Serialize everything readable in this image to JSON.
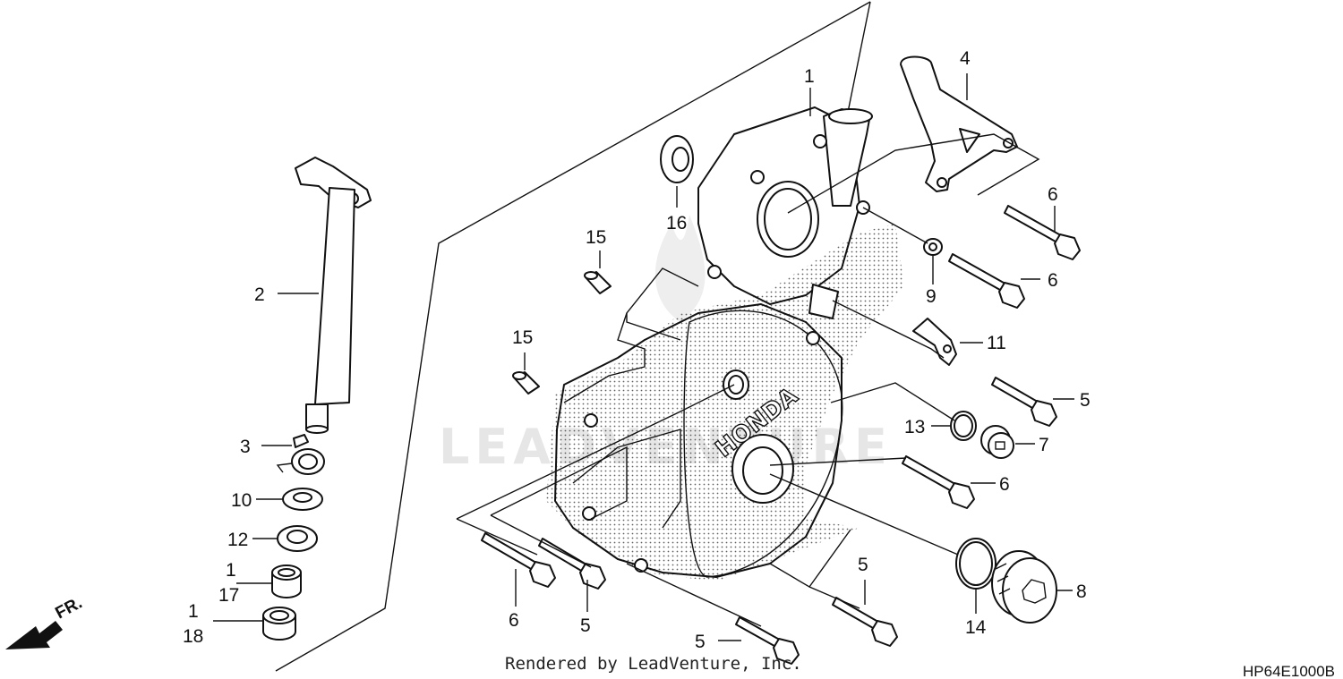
{
  "diagram": {
    "callouts": {
      "c1_top": "1",
      "c2": "2",
      "c3": "3",
      "c4": "4",
      "c6_a": "6",
      "c6_b": "6",
      "c6_c": "6",
      "c6_d": "6",
      "c9": "9",
      "c11": "11",
      "c5_a": "5",
      "c5_b": "5",
      "c5_c": "5",
      "c5_d": "5",
      "c13": "13",
      "c7": "7",
      "c8": "8",
      "c14": "14",
      "c15_a": "15",
      "c15_b": "15",
      "c16": "16",
      "c10": "10",
      "c12": "12",
      "c1_17": "1",
      "c17": "17",
      "c1_18": "1",
      "c18": "18"
    },
    "direction_label": "FR.",
    "watermark": "LEADVENTURE",
    "credit": "Rendered by LeadVenture, Inc.",
    "diagram_code": "HP64E1000B",
    "logo_text": "HONDA"
  }
}
